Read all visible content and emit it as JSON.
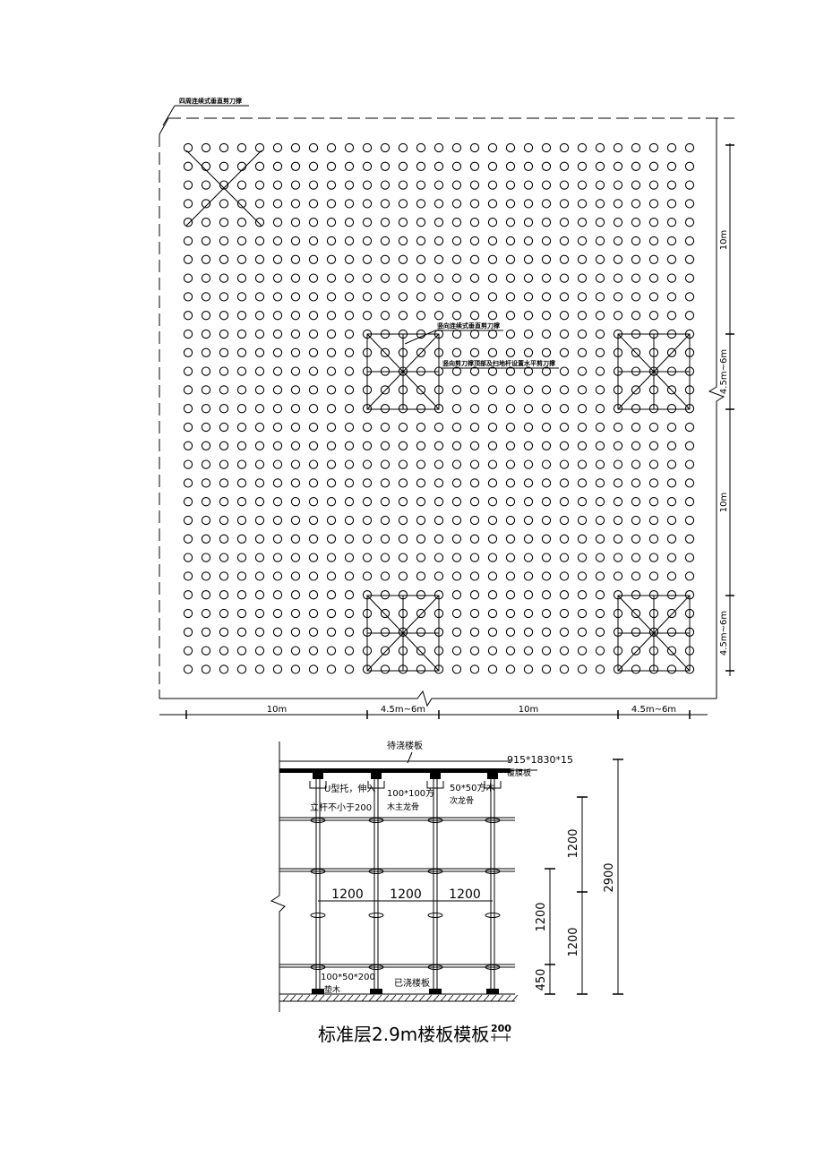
{
  "plan": {
    "perimeter_note": "四周连续式垂直剪刀撑",
    "note_vertical": "竖向连续式垂直剪刀撑",
    "note_horizontal": "竖向剪刀撑顶部及扫地杆设置水平剪刀撑",
    "dims_bottom": [
      "10m",
      "4.5m~6m",
      "10m",
      "4.5m~6m"
    ],
    "dims_right": [
      "10m",
      "4.5m~6m",
      "10m",
      "4.5m~6m"
    ],
    "grid": {
      "columns": 29,
      "rows": 29
    }
  },
  "section": {
    "top_slab": "待浇楼板",
    "plywood_size": "915*1830*15",
    "plywood": "覆膜板",
    "u_bracket_1": "U型托，伸入",
    "u_bracket_2": "立杆不小于200",
    "main_joist_1": "100*100方",
    "main_joist_2": "木主龙骨",
    "sec_joist_1": "50*50方木",
    "sec_joist_2": "次龙骨",
    "spacing": [
      "1200",
      "1200",
      "1200"
    ],
    "base_block": "100*50*200",
    "base_block_2": "垫木",
    "bottom_slab": "已浇楼板",
    "dim_upper": "1200",
    "dim_mid": "1200",
    "dim_lower": "1200",
    "dim_base": "450",
    "dim_total": "2900"
  },
  "caption": {
    "title": "标准层2.9m楼板模板",
    "scale": "200"
  }
}
